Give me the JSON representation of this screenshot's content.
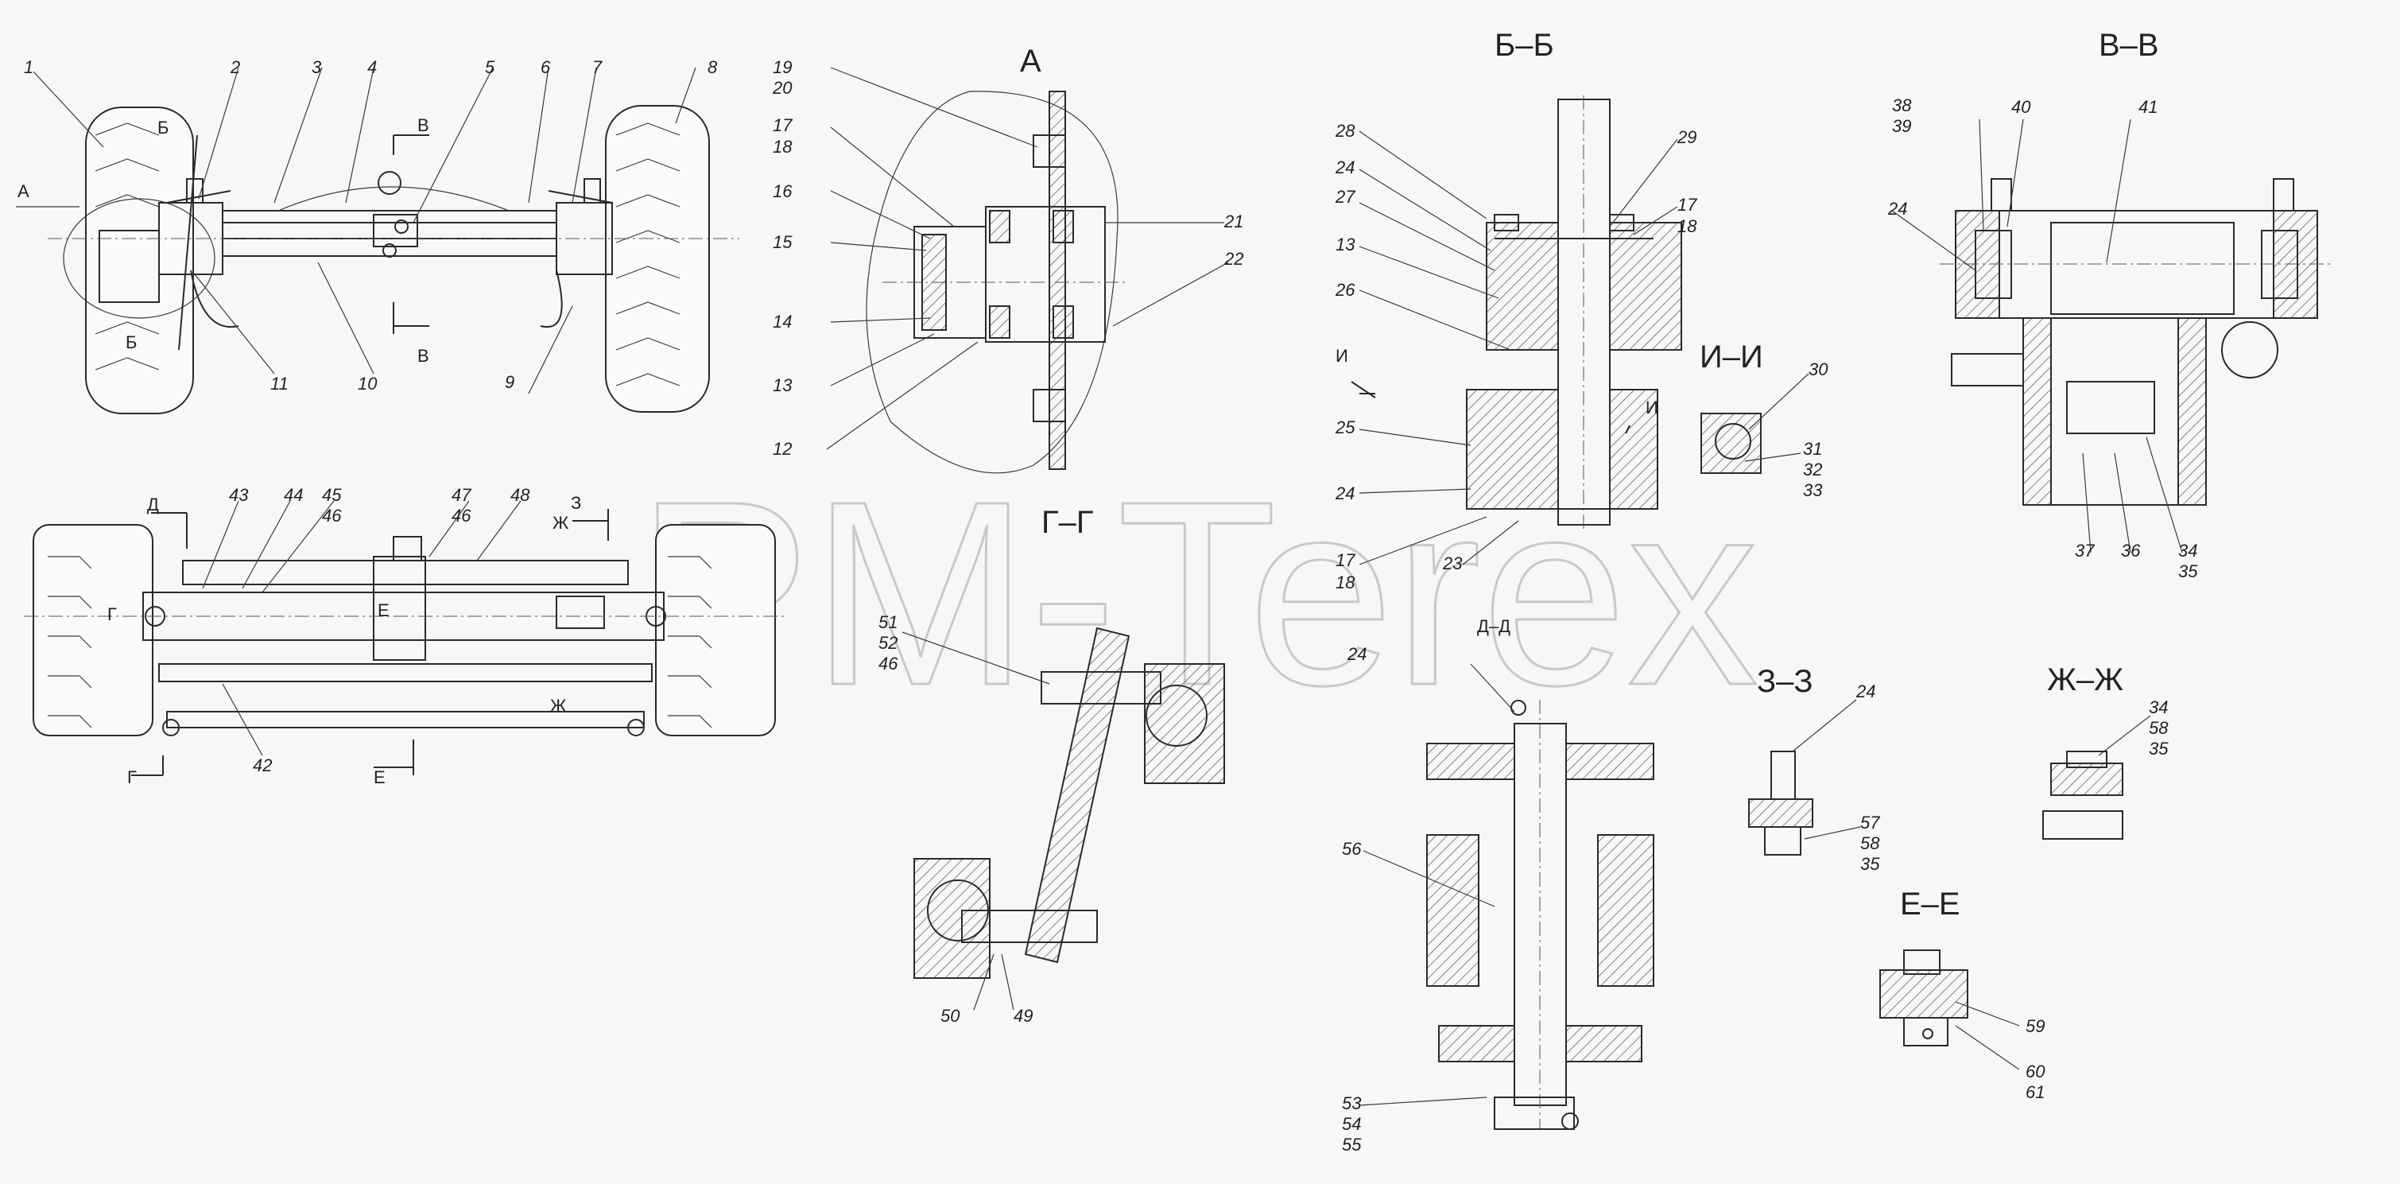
{
  "watermark": "PM-Terex",
  "views": {
    "A": "А",
    "BB": "Б–Б",
    "VV": "В–В",
    "GG": "Г–Г",
    "II": "И–И",
    "ZZ": "З–З",
    "ZhZh": "Ж–Ж",
    "EE": "Е–Е",
    "DD": "Д–Д"
  },
  "cut_marks": {
    "A": "А",
    "B": "Б",
    "V": "В",
    "G": "Г",
    "D": "Д",
    "E": "Е",
    "Zh": "Ж",
    "Z": "З",
    "I": "И"
  },
  "callouts": {
    "c1": "1",
    "c2": "2",
    "c3": "3",
    "c4": "4",
    "c5": "5",
    "c6": "6",
    "c7": "7",
    "c8": "8",
    "c9": "9",
    "c10": "10",
    "c11": "11",
    "c12": "12",
    "c13": "13",
    "c14": "14",
    "c15": "15",
    "c16": "16",
    "c17a": "17",
    "c18a": "18",
    "c19": "19",
    "c20": "20",
    "c21": "21",
    "c22": "22",
    "c28": "28",
    "c29": "29",
    "c24a": "24",
    "c27": "27",
    "c17b": "17",
    "c18b": "18",
    "c13b": "13",
    "c26": "26",
    "c25": "25",
    "c24b": "24",
    "c17c": "17",
    "c18c": "18",
    "c23": "23",
    "c30": "30",
    "c31": "31",
    "c32": "32",
    "c33": "33",
    "c38": "38",
    "c39": "39",
    "c40": "40",
    "c41": "41",
    "c24c": "24",
    "c37": "37",
    "c36": "36",
    "c34a": "34",
    "c35a": "35",
    "c43": "43",
    "c44": "44",
    "c45": "45",
    "c46a": "46",
    "c47": "47",
    "c46b": "46",
    "c48": "48",
    "c42": "42",
    "c51": "51",
    "c52": "52",
    "c46c": "46",
    "c50": "50",
    "c49": "49",
    "c24d": "24",
    "c56": "56",
    "c53": "53",
    "c54": "54",
    "c55": "55",
    "c24e": "24",
    "c57": "57",
    "c58a": "58",
    "c35b": "35",
    "c34b": "34",
    "c58b": "58",
    "c35c": "35",
    "c59": "59",
    "c60": "60",
    "c61": "61"
  }
}
